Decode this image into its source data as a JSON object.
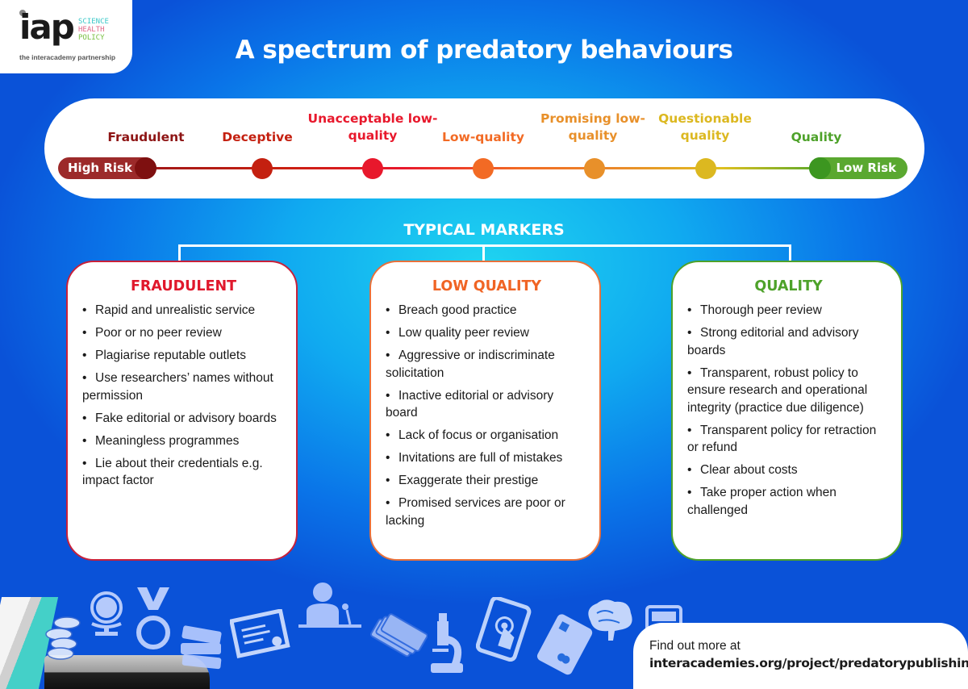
{
  "logo": {
    "wordmark": "iap",
    "tags": [
      "SCIENCE",
      "HEALTH",
      "POLICY"
    ],
    "subtitle": "the interacademy partnership"
  },
  "title": "A spectrum of predatory behaviours",
  "spectrum": {
    "start_label": "High Risk",
    "end_label": "Low Risk",
    "stages": [
      {
        "label": "Fraudulent",
        "color": "#8e1515"
      },
      {
        "label": "Deceptive",
        "color": "#c42010"
      },
      {
        "label": "Unacceptable low-quality",
        "color": "#e8182c"
      },
      {
        "label": "Low-quality",
        "color": "#f26a24"
      },
      {
        "label": "Promising low-quality",
        "color": "#e8902a"
      },
      {
        "label": "Questionable quality",
        "color": "#dcb820"
      },
      {
        "label": "Quality",
        "color": "#4ea22a"
      }
    ]
  },
  "markers": {
    "title": "TYPICAL MARKERS",
    "cards": [
      {
        "title": "FRAUDULENT",
        "color": "#e0182c",
        "border": "#c8203a",
        "items": [
          "Rapid and unrealistic service",
          "Poor or no peer review",
          "Plagiarise reputable outlets",
          "Use researchers’ names without permission",
          "Fake editorial or advisory boards",
          "Meaningless programmes",
          "Lie about their credentials e.g. impact factor"
        ]
      },
      {
        "title": "LOW QUALITY",
        "color": "#f06424",
        "border": "#e8703a",
        "items": [
          "Breach good practice",
          "Low quality peer review",
          "Aggressive or indiscriminate solicitation",
          "Inactive editorial or advisory board",
          "Lack of focus or organisation",
          "Invitations are full of mistakes",
          "Exaggerate their prestige",
          "Promised services are poor or lacking"
        ]
      },
      {
        "title": "QUALITY",
        "color": "#4ea22a",
        "border": "#4ea22a",
        "items": [
          "Thorough peer review",
          "Strong editorial and advisory boards",
          "Transparent, robust policy to ensure research and operational integrity (practice due diligence)",
          "Transparent policy for retraction or refund",
          "Clear about costs",
          "Take proper action when challenged"
        ]
      }
    ]
  },
  "icons": [
    "coins-icon",
    "globe-icon",
    "medal-icon",
    "books-icon",
    "certificate-icon",
    "speaker-icon",
    "money-icon",
    "microscope-icon",
    "tablet-touch-icon",
    "credit-card-icon",
    "brain-icon",
    "calculator-icon"
  ],
  "footer": {
    "line1": "Find out more at",
    "link": "interacademies.org/project/predatorypublishing"
  }
}
